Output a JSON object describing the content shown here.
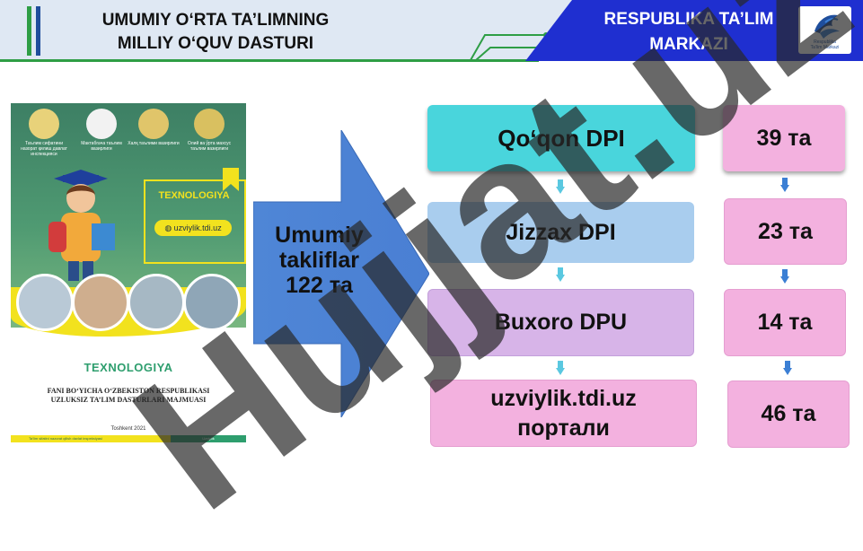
{
  "header": {
    "title_line1": "UMUMIY O‘RTA TA’LIMNING",
    "title_line2": "MILLIY O‘QUV DASTURI",
    "org_line1": "RESPUBLIKA TA’LIM",
    "org_line2": "MARKAZI",
    "logo_text_line1": "Respublika",
    "logo_text_line2": "Ta’lim Markazi",
    "accent_colors": {
      "green": "#2e9e45",
      "blue": "#1f2fd0"
    }
  },
  "cover": {
    "emblem_captions": [
      "Таълим сифатини назорат қилиш давлат инспекцияси",
      "Мактабгача таълим вазирлиги",
      "Халқ таълими вазирлиги",
      "Олий ва ўрта махсус таълим вазирлиги"
    ],
    "tag_title": "TEXNOLOGIYA",
    "url": "uzviylik.tdi.uz",
    "brand": "TEXNOLOGIYA",
    "subtitle_line1": "FANI BO‘YICHA O‘ZBEKISTON RESPUBLIKASI",
    "subtitle_line2": "UZLUKSIZ TA’LIM DASTURLARI MAJMUASI",
    "city_year": "Toshkent 2021",
    "footer_left": "Ta’lim sifatini nazorat qilish davlat inspeksiyasi",
    "footer_right": "Uzviylik"
  },
  "arrow": {
    "line1": "Umumiy",
    "line2": "takliflar",
    "line3": "122 та"
  },
  "sources": [
    {
      "name": "Qo‘qon DPI",
      "count": "39 та"
    },
    {
      "name": "Jizzax DPI",
      "count": "23 та"
    },
    {
      "name": "Buxoro DPU",
      "count": "14 та"
    },
    {
      "name_line1": "uzviylik.tdi.uz",
      "name_line2": "портали",
      "count": "46 та"
    }
  ],
  "watermark": "Hujjat.uz"
}
